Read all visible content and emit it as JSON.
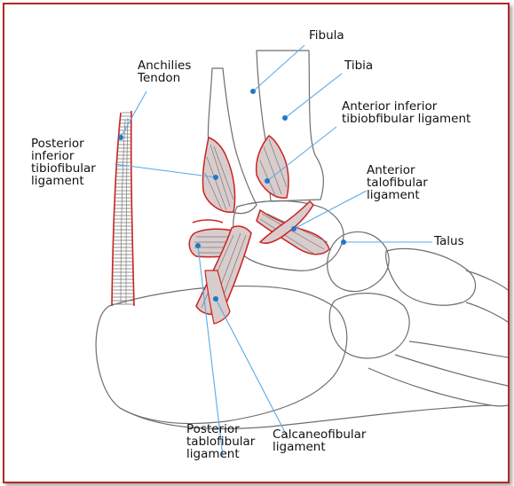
{
  "colors": {
    "frame_border": "#b22a1e",
    "bone_outline": "#6e6e6e",
    "ligament_edge": "#cc2222",
    "ligament_fill": "#d9cccc",
    "ligament_fiber": "#7a7a7a",
    "leader_line": "#5aa9e6",
    "dot": "#1f78c8"
  },
  "labels": {
    "fibula": "Fibula",
    "tibia": "Tibia",
    "achilles_tendon": "Anchilies\nTendon",
    "posterior_inferior_tibiofibular": "Posterior\ninferior\ntibiofibular\nligament",
    "anterior_inferior_tibiofibular": "Anterior inferior\ntibiobfibular ligament",
    "anterior_talofibular": "Anterior\ntalofibular\nligament",
    "talus": "Talus",
    "posterior_talofibular": "Posterior\ntablofibular\nligament",
    "calcaneofibular": "Calcaneofibular\nligament"
  }
}
